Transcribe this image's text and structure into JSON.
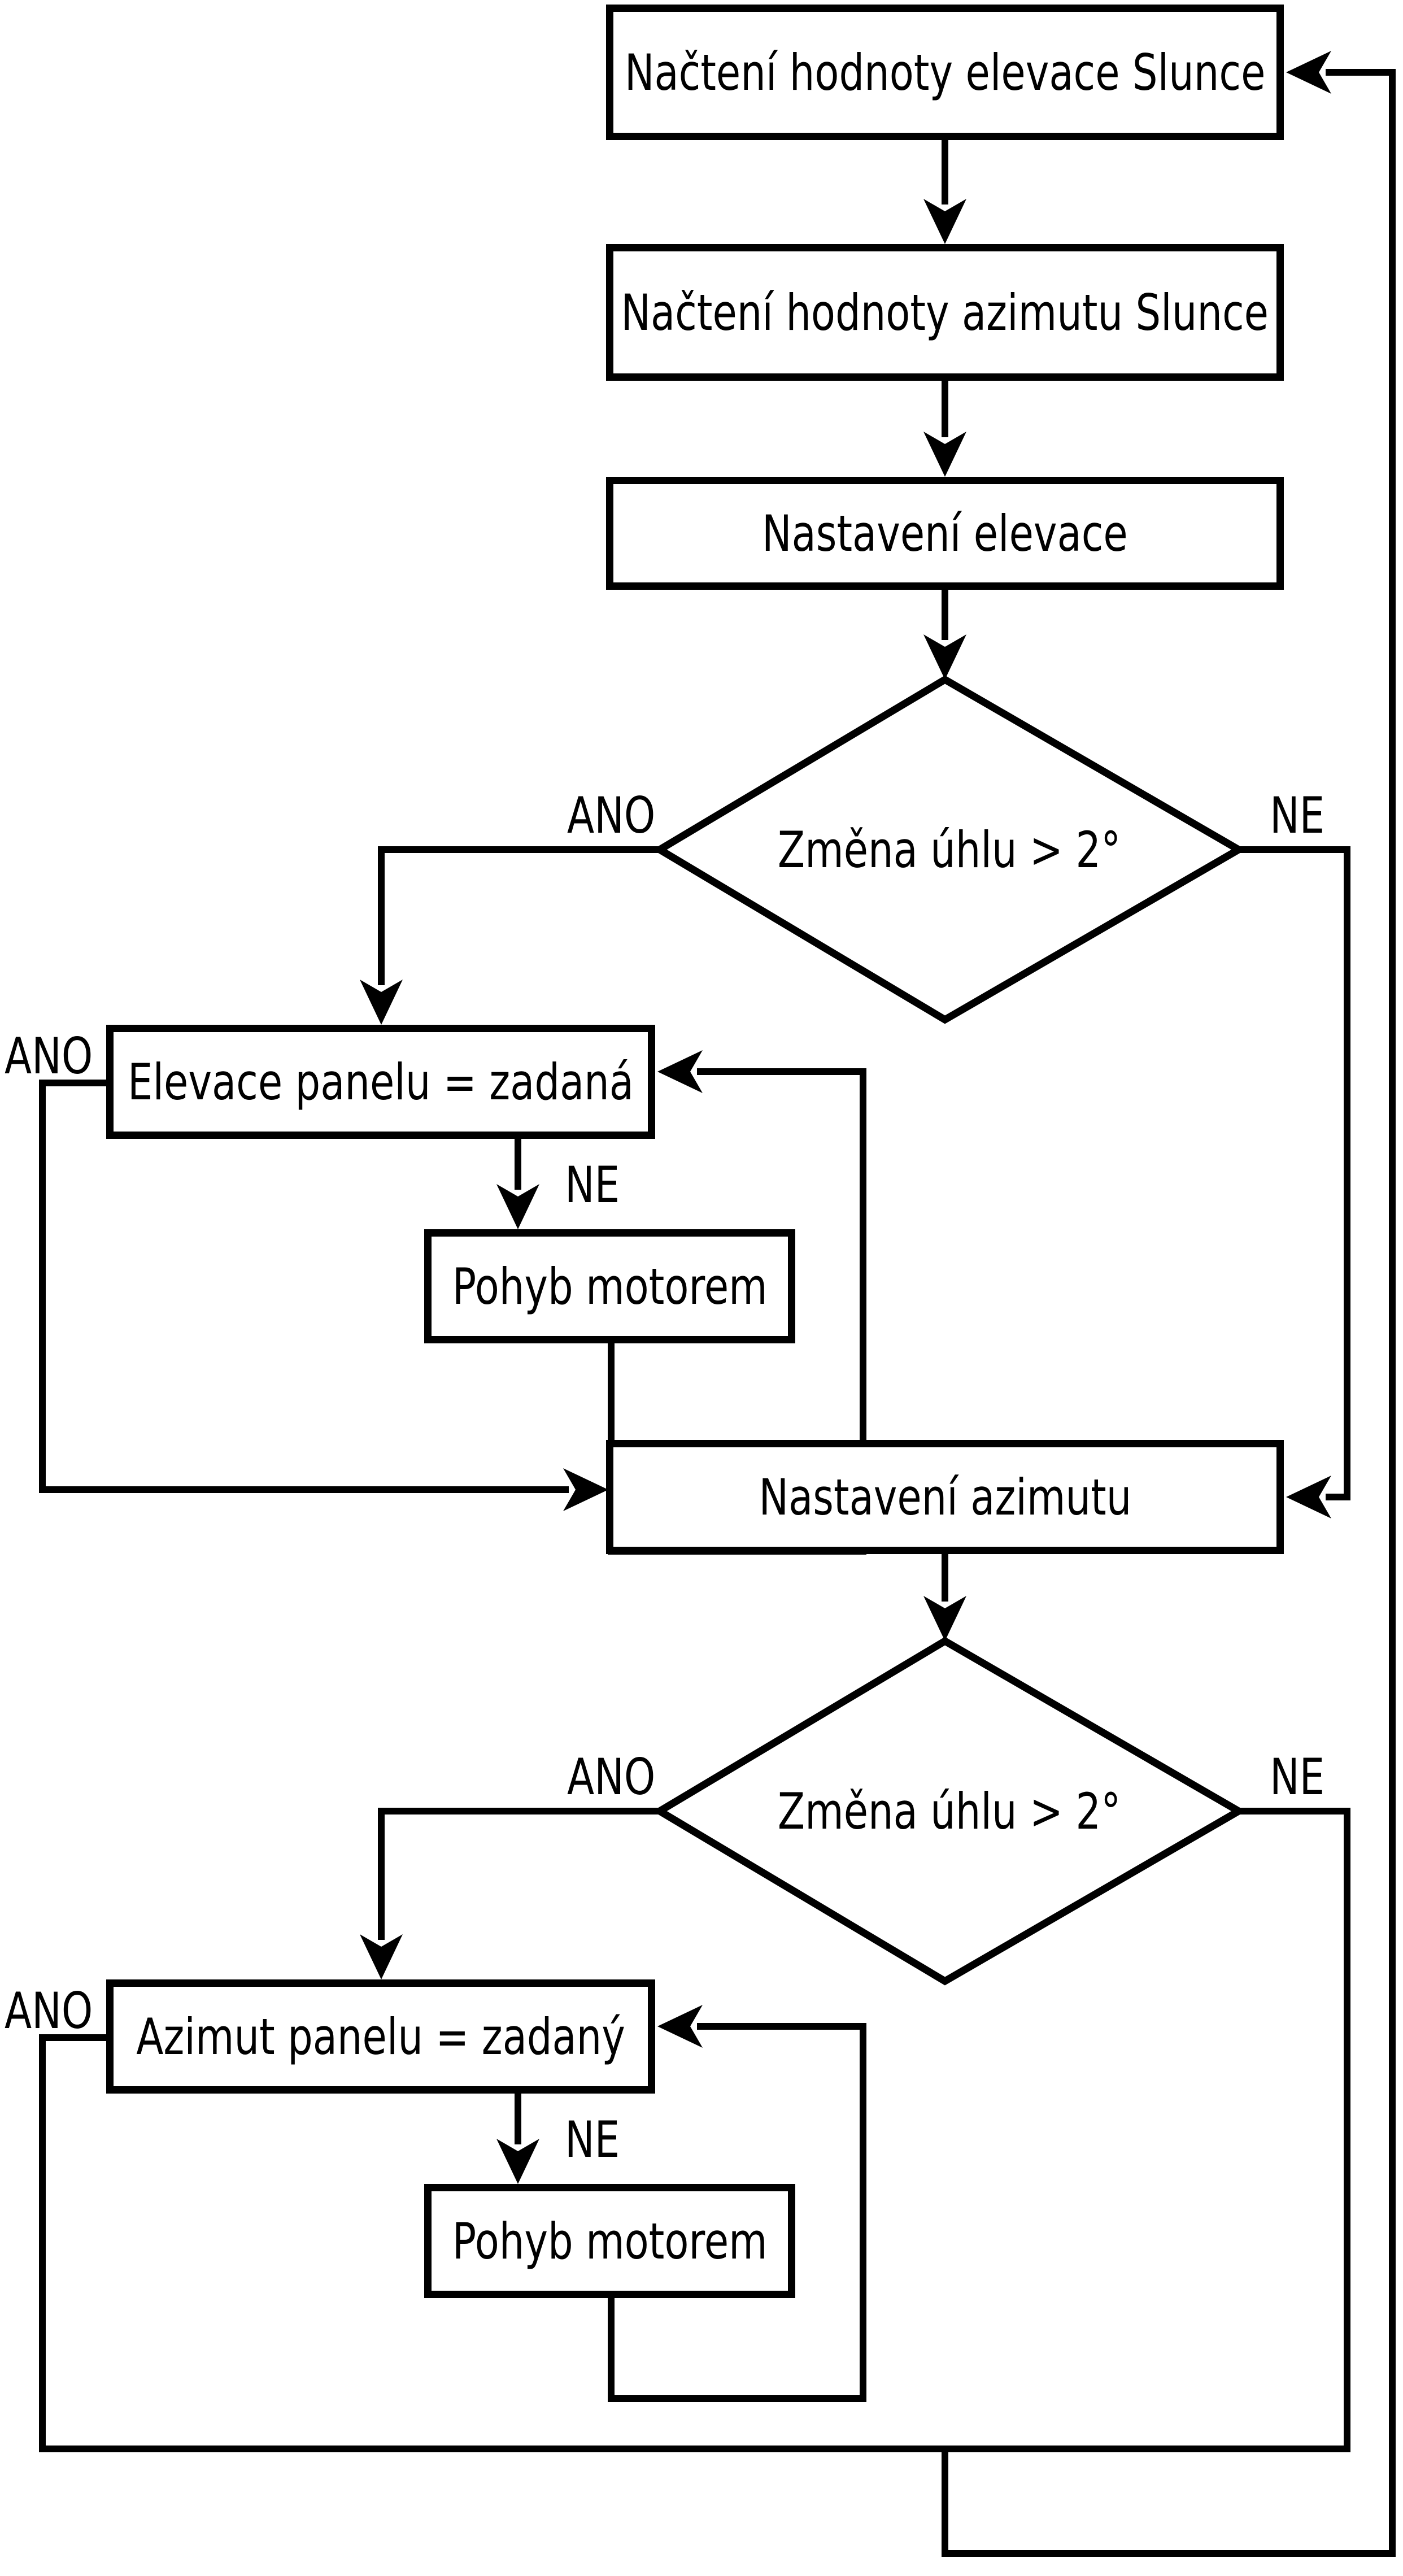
{
  "colors": {
    "ink": "#000000",
    "background": "#ffffff"
  },
  "flowchart": {
    "nodes": {
      "load_elevation": {
        "type": "process",
        "label": "Načtení hodnoty elevace Slunce"
      },
      "load_azimuth": {
        "type": "process",
        "label": "Načtení hodnoty azimutu Slunce"
      },
      "set_elevation": {
        "type": "process",
        "label": "Nastavení elevace"
      },
      "elevation_decision": {
        "type": "decision",
        "label": "Změna úhlu > 2°"
      },
      "elevation_panel_equal": {
        "type": "process",
        "label": "Elevace panelu = zadaná"
      },
      "elevation_motor_move": {
        "type": "process",
        "label": "Pohyb motorem"
      },
      "set_azimuth": {
        "type": "process",
        "label": "Nastavení azimutu"
      },
      "azimuth_decision": {
        "type": "decision",
        "label": "Změna úhlu > 2°"
      },
      "azimuth_panel_equal": {
        "type": "process",
        "label": "Azimut panelu = zadaný"
      },
      "azimuth_motor_move": {
        "type": "process",
        "label": "Pohyb motorem"
      }
    },
    "edge_labels": {
      "elevation_decision_yes": "ANO",
      "elevation_decision_no": "NE",
      "elevation_equal_yes": "ANO",
      "elevation_equal_no": "NE",
      "azimuth_decision_yes": "ANO",
      "azimuth_decision_no": "NE",
      "azimuth_equal_yes": "ANO",
      "azimuth_equal_no": "NE"
    }
  }
}
